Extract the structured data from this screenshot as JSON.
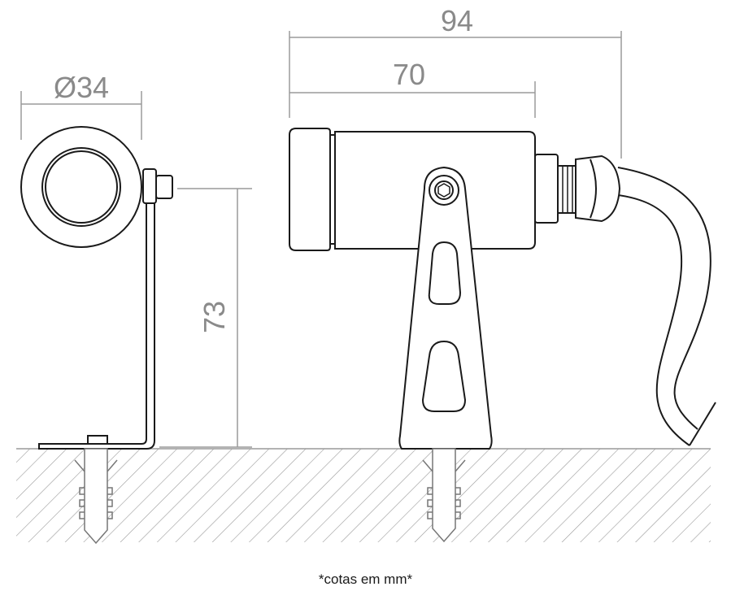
{
  "dimensions": {
    "diameter_label": "Ø34",
    "height_label": "73",
    "overall_length_label": "94",
    "body_length_label": "70"
  },
  "note": "*cotas em mm*",
  "colors": {
    "outline": "#1a1a1a",
    "dimension_lines": "#9a9a9a",
    "dimension_text": "#8a8a8a",
    "hatch": "#9a9a9a",
    "background": "#ffffff"
  }
}
